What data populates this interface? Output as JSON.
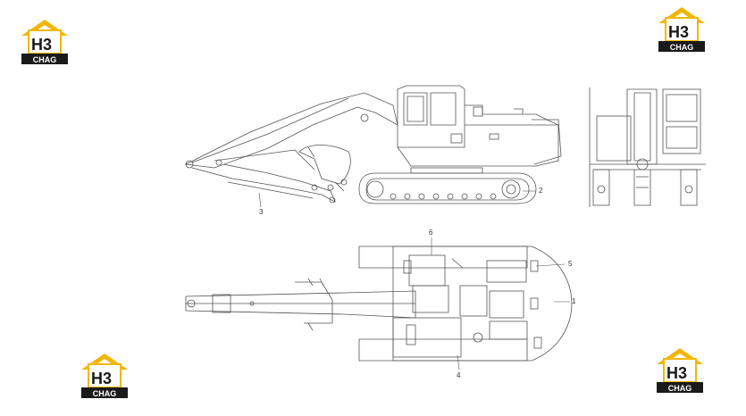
{
  "logo": {
    "top": "H3",
    "bottom": "CHAG"
  },
  "colors": {
    "logo_yellow": "#f2b705",
    "logo_black": "#1a1a1a",
    "line": "#555555"
  },
  "callouts": [
    {
      "id": "1",
      "label": "1"
    },
    {
      "id": "2",
      "label": "2"
    },
    {
      "id": "3",
      "label": "3"
    },
    {
      "id": "4",
      "label": "4"
    },
    {
      "id": "5",
      "label": "5"
    },
    {
      "id": "6",
      "label": "6"
    }
  ]
}
